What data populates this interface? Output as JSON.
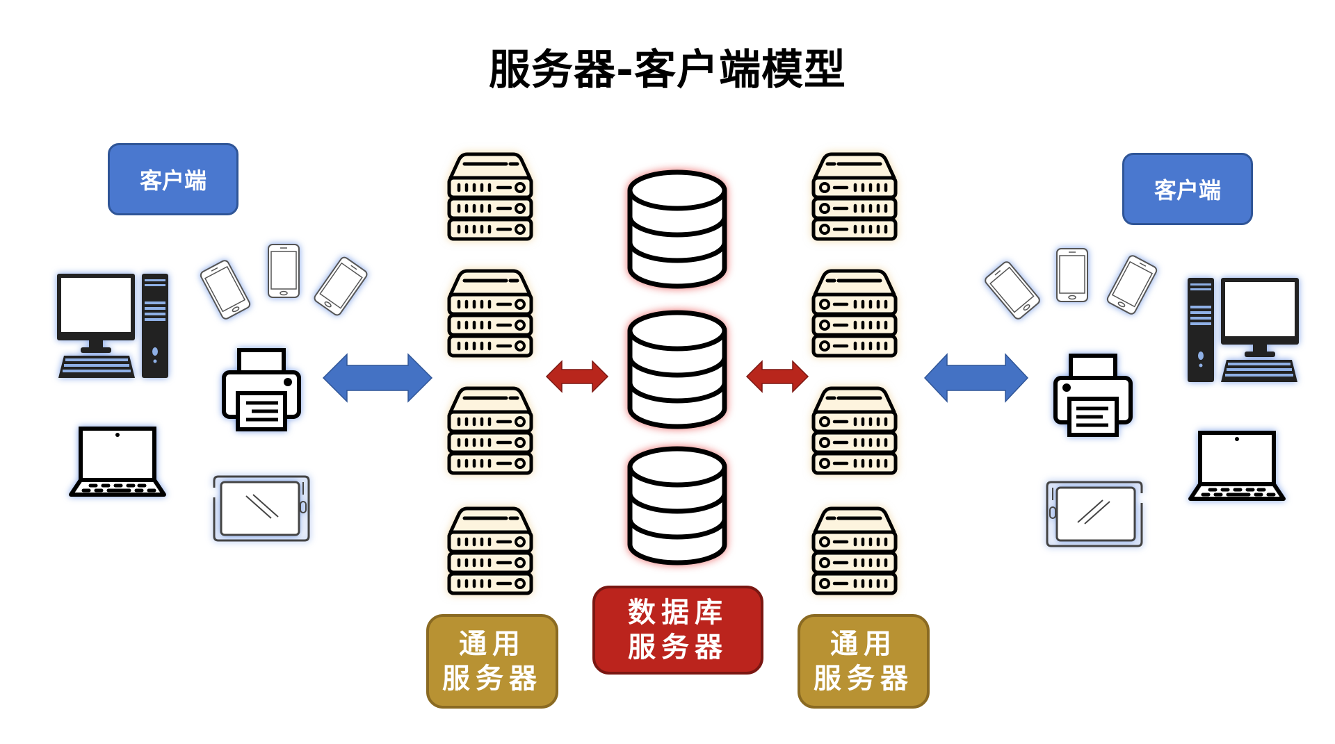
{
  "title": "服务器-客户端模型",
  "clients": {
    "left_label": "客户端",
    "right_label": "客户端",
    "devices": [
      "desktop-computer",
      "smartphone",
      "smartphone",
      "smartphone",
      "printer",
      "laptop",
      "tablet"
    ]
  },
  "servers": {
    "left_label_line1": "通用",
    "left_label_line2": "服务器",
    "right_label_line1": "通用",
    "right_label_line2": "服务器",
    "left_count": 4,
    "right_count": 4
  },
  "database": {
    "label_line1": "数据库",
    "label_line2": "服务器",
    "count": 3
  },
  "colors": {
    "client_blue": "#4a78cf",
    "general_server_gold": "#b89233",
    "database_red": "#bb241d",
    "arrow_blue": "#4472c4",
    "arrow_red": "#b8261c"
  },
  "connections": [
    {
      "from": "clients-left",
      "to": "general-servers-left",
      "type": "bidirectional"
    },
    {
      "from": "general-servers-left",
      "to": "database-servers",
      "type": "bidirectional"
    },
    {
      "from": "database-servers",
      "to": "general-servers-right",
      "type": "bidirectional"
    },
    {
      "from": "general-servers-right",
      "to": "clients-right",
      "type": "bidirectional"
    }
  ]
}
